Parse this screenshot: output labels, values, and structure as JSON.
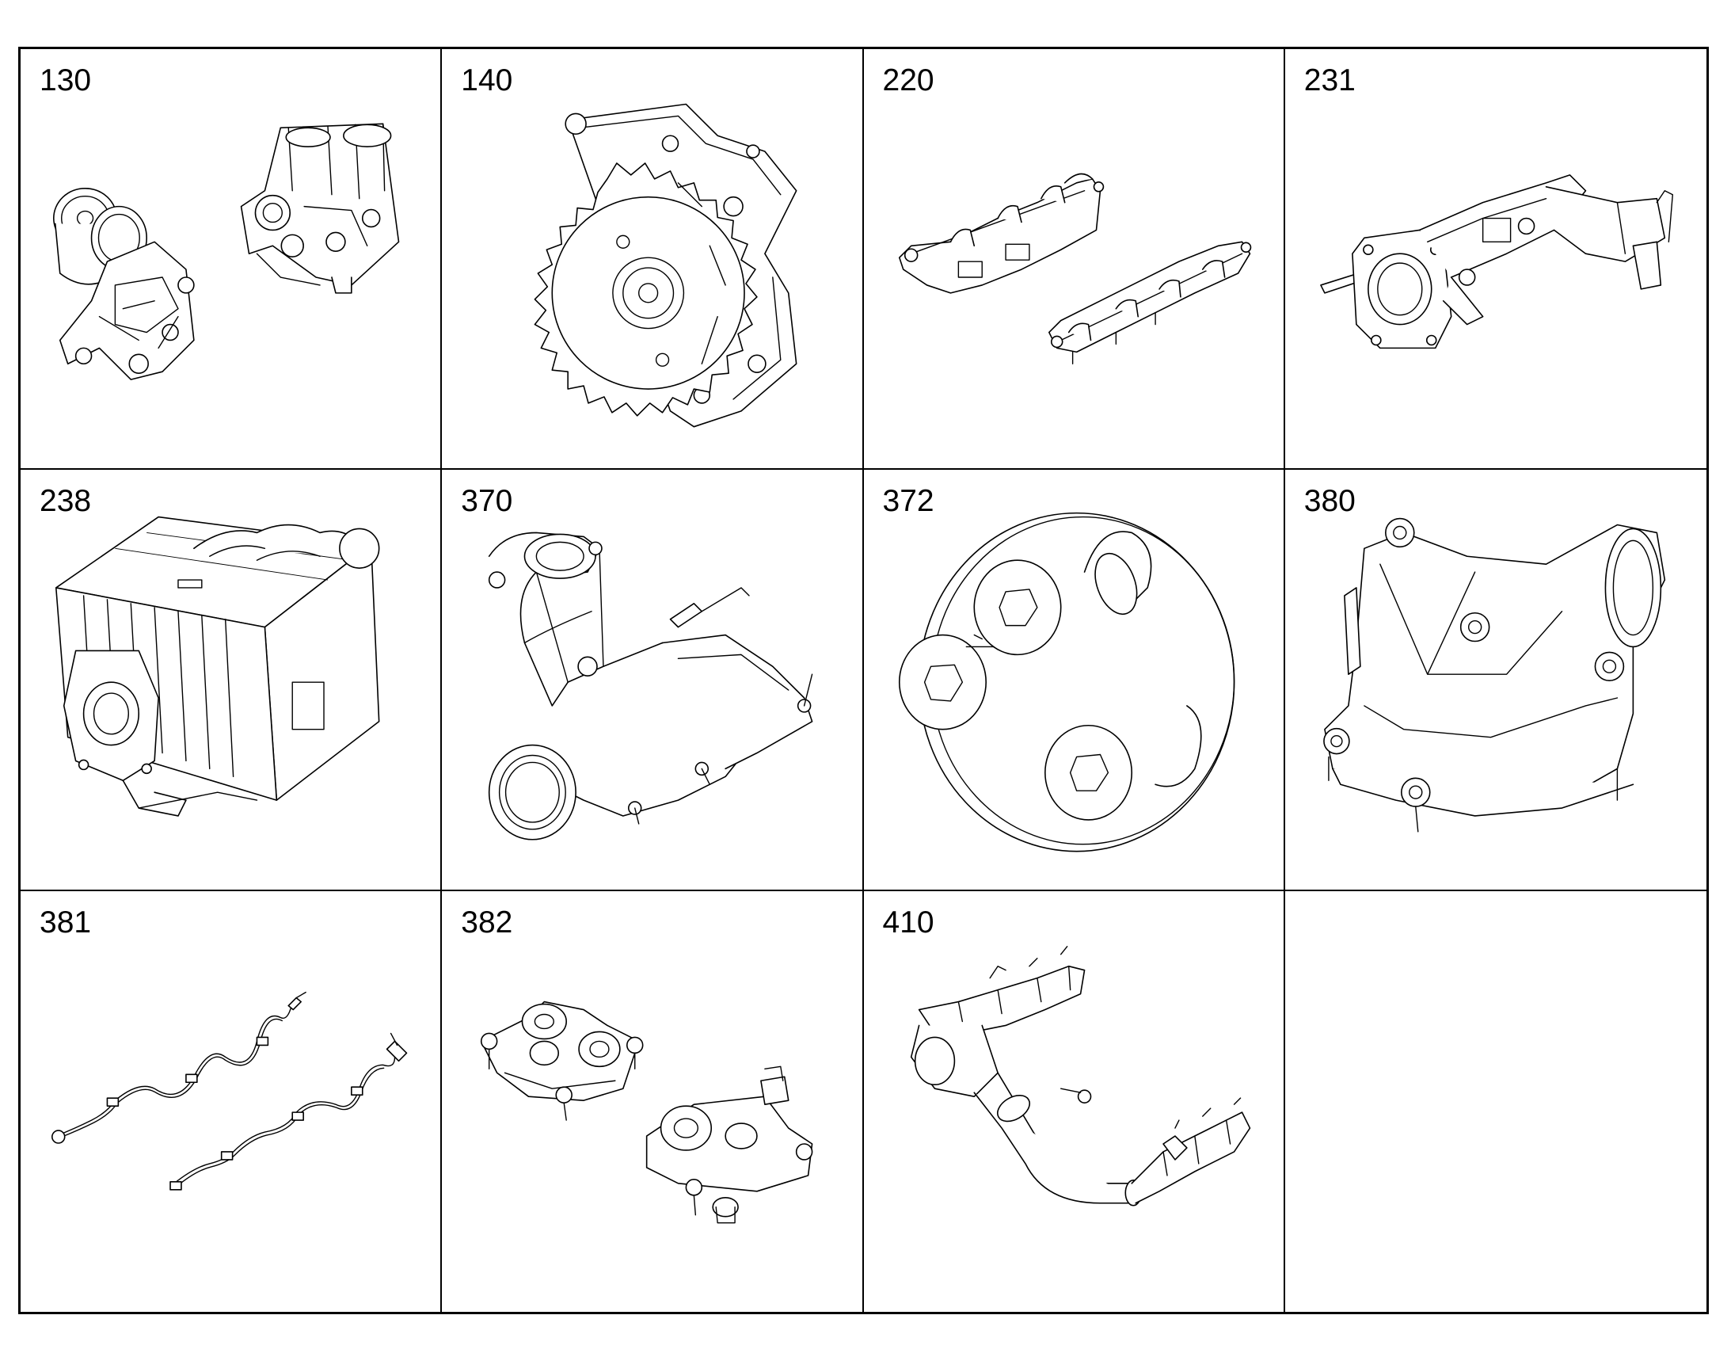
{
  "cells": [
    {
      "number": "130",
      "icon": "oil-filter-module-icon"
    },
    {
      "number": "140",
      "icon": "oil-pump-gear-icon"
    },
    {
      "number": "220",
      "icon": "exhaust-manifold-icon"
    },
    {
      "number": "231",
      "icon": "egr-valve-housing-icon"
    },
    {
      "number": "238",
      "icon": "egr-cooler-icon"
    },
    {
      "number": "370",
      "icon": "coolant-pipe-icon"
    },
    {
      "number": "372",
      "icon": "adapter-flange-icon"
    },
    {
      "number": "380",
      "icon": "thermostat-housing-icon"
    },
    {
      "number": "381",
      "icon": "wiring-harness-icon"
    },
    {
      "number": "382",
      "icon": "coolant-outlet-housing-icon"
    },
    {
      "number": "410",
      "icon": "turbo-pipe-assembly-icon"
    },
    {
      "number": "",
      "icon": ""
    }
  ]
}
